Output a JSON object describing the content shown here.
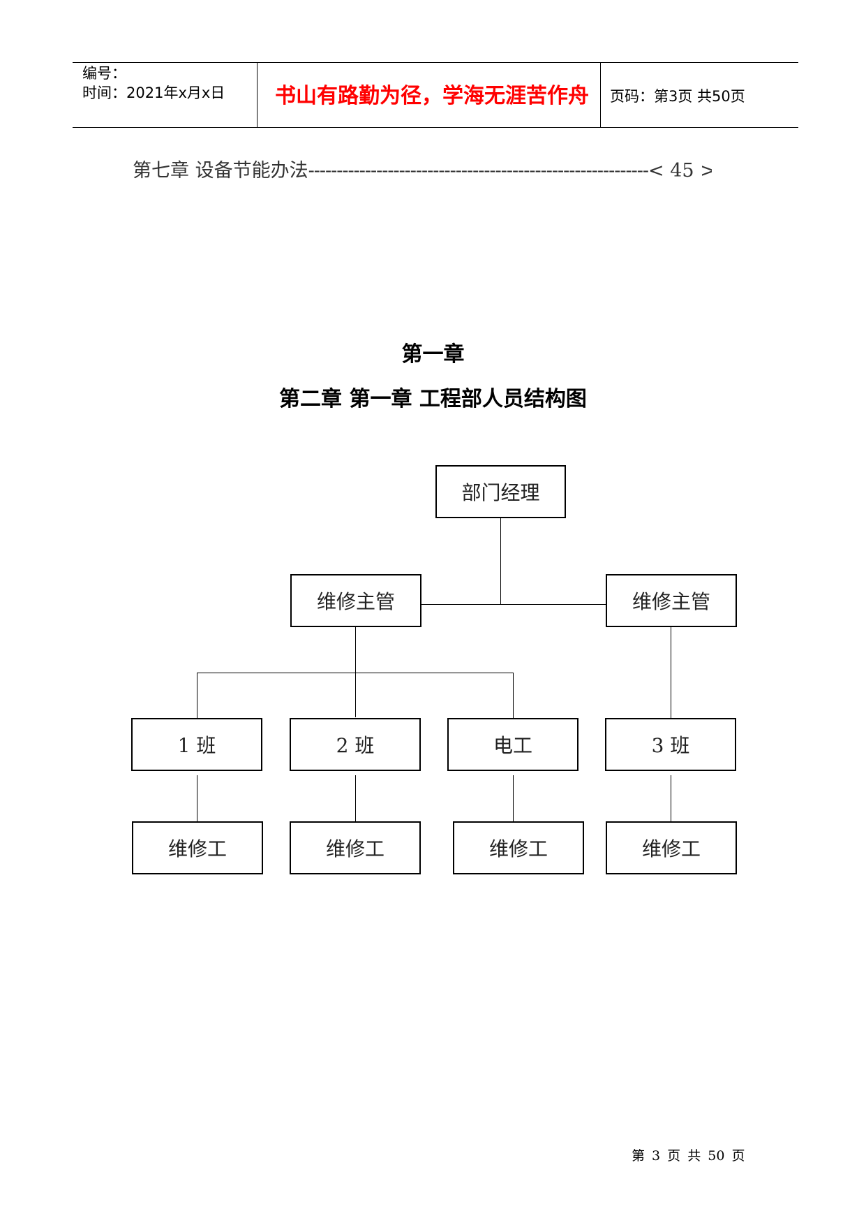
{
  "header": {
    "serial_label": "编号：",
    "time_label": "时间：2021年x月x日",
    "motto": "书山有路勤为径，学海无涯苦作舟",
    "page_label": "页码：第3页  共50页"
  },
  "toc": {
    "entry": "第七章  设备节能办法",
    "leader": "------------------------------------------------------------",
    "page": "< 45 >"
  },
  "headings": {
    "chapter": "第一章",
    "title": "第二章    第一章     工程部人员结构图"
  },
  "org_chart": {
    "manager": "部门经理",
    "supervisor_left": "维修主管",
    "supervisor_right": "维修主管",
    "teams": [
      "1 班",
      "2 班",
      "电工",
      "3 班"
    ],
    "workers": [
      "维修工",
      "维修工",
      "维修工",
      "维修工"
    ]
  },
  "footer": {
    "page_text": "第 3 页 共 50 页"
  }
}
